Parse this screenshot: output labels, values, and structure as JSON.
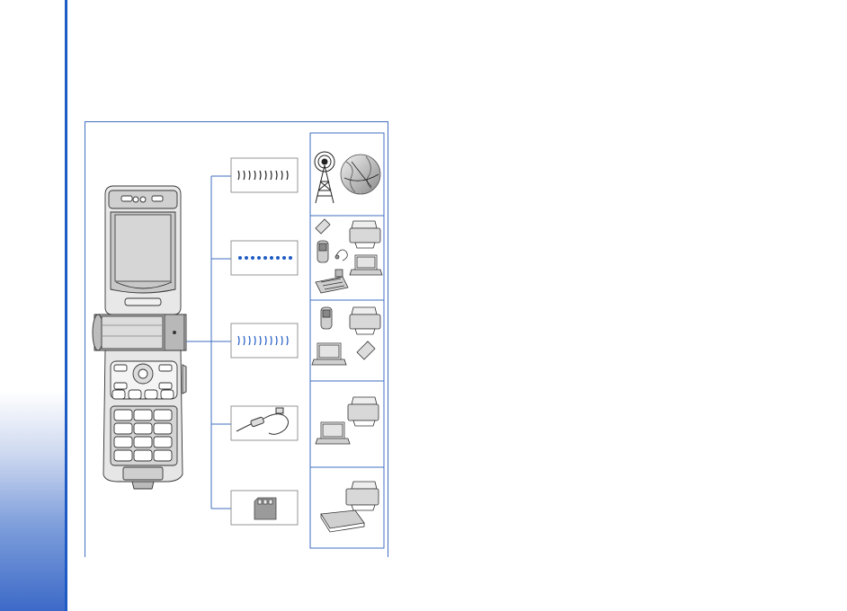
{
  "page": {
    "accent_color": "#1f5bc4",
    "figure_border_color": "#3f6fc0"
  },
  "diagram": {
    "connections": [
      {
        "kind": "cellular-network",
        "link_icon": "radio-waves-icon",
        "devices": [
          "cell-tower-icon",
          "globe-icon"
        ]
      },
      {
        "kind": "bluetooth",
        "link_icon": "bluetooth-dots-icon",
        "devices": [
          "memory-card-icon",
          "printer-icon",
          "pda-phone-icon",
          "headset-icon",
          "laptop-icon",
          "keyboard-icon"
        ]
      },
      {
        "kind": "infrared",
        "link_icon": "infrared-waves-icon",
        "devices": [
          "pda-phone-icon",
          "printer-icon",
          "laptop-icon",
          "memory-card-icon"
        ]
      },
      {
        "kind": "data-cable",
        "link_icon": "usb-cable-icon",
        "devices": [
          "printer-icon",
          "laptop-icon"
        ]
      },
      {
        "kind": "memory-card",
        "link_icon": "sd-card-icon",
        "devices": [
          "printer-icon",
          "card-reader-icon"
        ]
      }
    ]
  }
}
